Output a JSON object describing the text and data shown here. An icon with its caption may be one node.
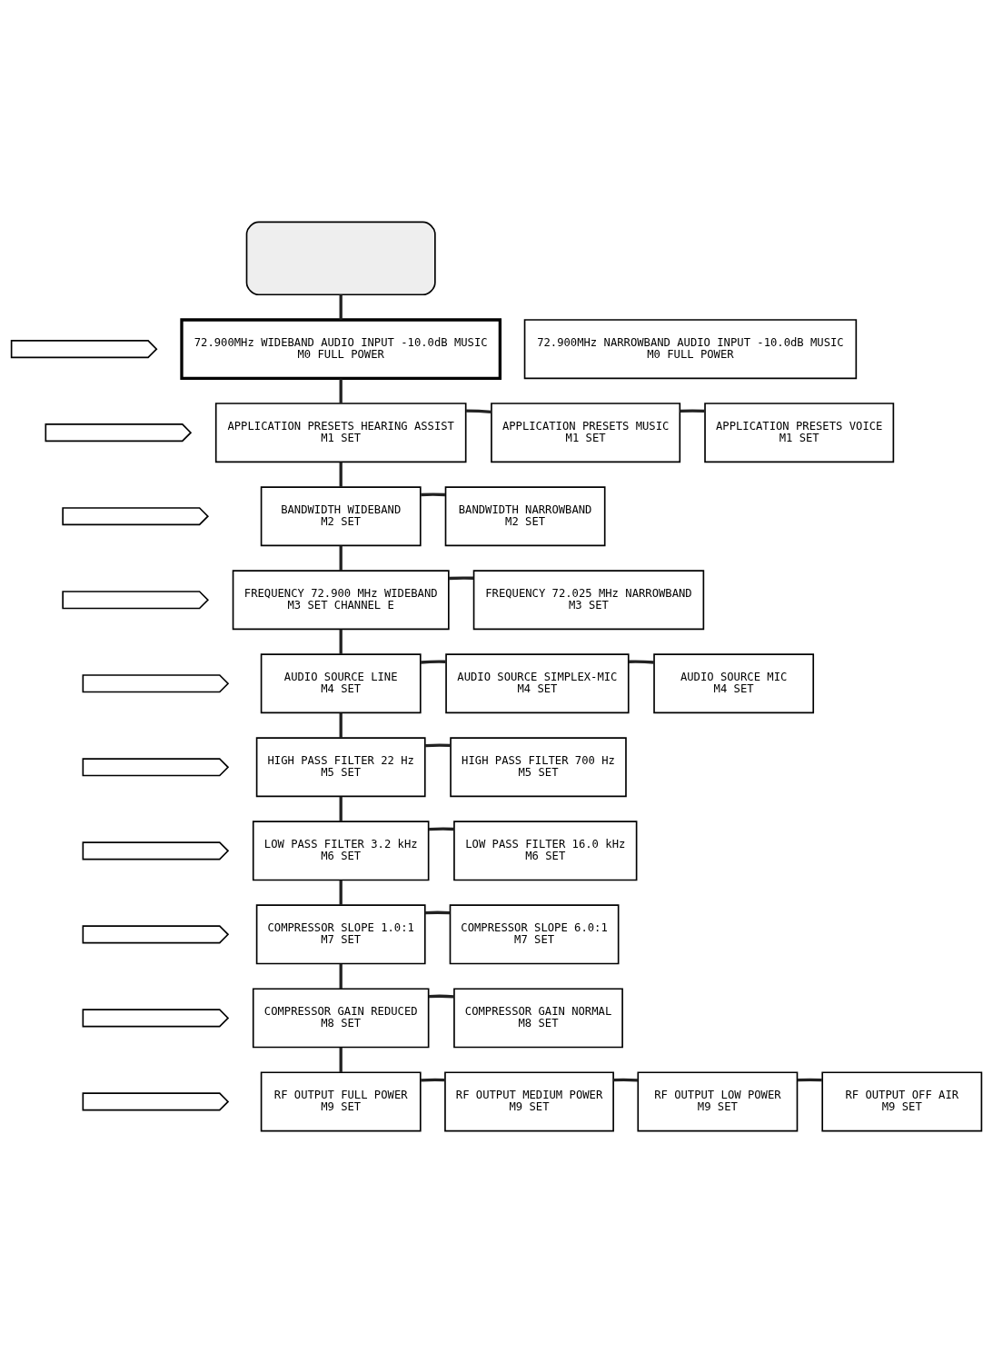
{
  "diagram": {
    "nodes": [
      {
        "text": [],
        "shape": "box"
      },
      {
        "text": [],
        "shape": "tag"
      },
      {
        "text": [
          "72.900MHz WIDEBAND AUDIO INPUT -10.0dB MUSIC",
          "M0 FULL POWER"
        ]
      },
      {
        "text": [
          "72.900MHz NARROWBAND AUDIO INPUT -10.0dB MUSIC",
          "M0 FULL POWER"
        ]
      },
      {
        "text": [],
        "shape": "tag"
      },
      {
        "text": [
          "APPLICATION PRESETS HEARING ASSIST",
          "M1 SET"
        ]
      },
      {
        "text": [
          "APPLICATION PRESETS MUSIC",
          "M1 SET"
        ]
      },
      {
        "text": [
          "APPLICATION PRESETS VOICE",
          "M1 SET"
        ]
      },
      {
        "text": [],
        "shape": "tag"
      },
      {
        "text": [
          "BANDWIDTH WIDEBAND",
          "M2 SET"
        ]
      },
      {
        "text": [
          "BANDWIDTH NARROWBAND",
          "M2 SET"
        ]
      },
      {
        "text": [],
        "shape": "tag"
      },
      {
        "text": [
          "FREQUENCY 72.900 MHz WIDEBAND",
          "M3 SET CHANNEL E"
        ]
      },
      {
        "text": [
          "FREQUENCY 72.025 MHz NARROWBAND",
          "M3 SET"
        ]
      },
      {
        "text": [],
        "shape": "tag"
      },
      {
        "text": [
          "AUDIO SOURCE LINE",
          "M4 SET"
        ]
      },
      {
        "text": [
          "AUDIO SOURCE SIMPLEX-MIC",
          "M4 SET"
        ]
      },
      {
        "text": [
          "AUDIO SOURCE MIC",
          "M4 SET"
        ]
      },
      {
        "text": [],
        "shape": "tag"
      },
      {
        "text": [
          "HIGH PASS FILTER 22 Hz",
          "M5 SET"
        ]
      },
      {
        "text": [
          "HIGH PASS FILTER 700 Hz",
          "M5 SET"
        ]
      },
      {
        "text": [],
        "shape": "tag"
      },
      {
        "text": [
          "LOW PASS FILTER 3.2 kHz",
          "M6 SET"
        ]
      },
      {
        "text": [
          "LOW PASS FILTER 16.0 kHz",
          "M6 SET"
        ]
      },
      {
        "text": [],
        "shape": "tag"
      },
      {
        "text": [
          "COMPRESSOR SLOPE 1.0:1",
          "M7 SET"
        ]
      },
      {
        "text": [
          "COMPRESSOR SLOPE 6.0:1",
          "M7 SET"
        ]
      },
      {
        "text": [],
        "shape": "tag"
      },
      {
        "text": [
          "COMPRESSOR GAIN REDUCED",
          "M8 SET"
        ]
      },
      {
        "text": [
          "COMPRESSOR GAIN NORMAL",
          "M8 SET"
        ]
      },
      {
        "text": [],
        "shape": "tag"
      },
      {
        "text": [
          "RF OUTPUT FULL POWER",
          "M9 SET"
        ]
      },
      {
        "text": [
          "RF OUTPUT MEDIUM POWER",
          "M9 SET"
        ]
      },
      {
        "text": [
          "RF OUTPUT LOW POWER",
          "M9 SET"
        ]
      },
      {
        "text": [
          "RF OUTPUT OFF AIR",
          "M9 SET"
        ]
      }
    ],
    "edges": [
      {
        "from": 0,
        "to": 2,
        "arrow": "none"
      },
      {
        "from": 2,
        "to": 5,
        "arrow": "none"
      },
      {
        "from": 5,
        "to": 6,
        "arrow": "none"
      },
      {
        "from": 6,
        "to": 7,
        "arrow": "none"
      },
      {
        "from": 5,
        "to": 9,
        "arrow": "none"
      },
      {
        "from": 9,
        "to": 10,
        "arrow": "none"
      },
      {
        "from": 9,
        "to": 12,
        "arrow": "none"
      },
      {
        "from": 12,
        "to": 13,
        "arrow": "none"
      },
      {
        "from": 12,
        "to": 15,
        "arrow": "none"
      },
      {
        "from": 15,
        "to": 16,
        "arrow": "none"
      },
      {
        "from": 16,
        "to": 17,
        "arrow": "none"
      },
      {
        "from": 15,
        "to": 19,
        "arrow": "none"
      },
      {
        "from": 19,
        "to": 20,
        "arrow": "none"
      },
      {
        "from": 19,
        "to": 22,
        "arrow": "none"
      },
      {
        "from": 22,
        "to": 23,
        "arrow": "none"
      },
      {
        "from": 22,
        "to": 25,
        "arrow": "none"
      },
      {
        "from": 25,
        "to": 26,
        "arrow": "none"
      },
      {
        "from": 25,
        "to": 28,
        "arrow": "none"
      },
      {
        "from": 28,
        "to": 29,
        "arrow": "none"
      },
      {
        "from": 28,
        "to": 31,
        "arrow": "none"
      },
      {
        "from": 31,
        "to": 32,
        "arrow": "none"
      },
      {
        "from": 32,
        "to": 33,
        "arrow": "none"
      },
      {
        "from": 33,
        "to": 34,
        "arrow": "none"
      }
    ]
  }
}
